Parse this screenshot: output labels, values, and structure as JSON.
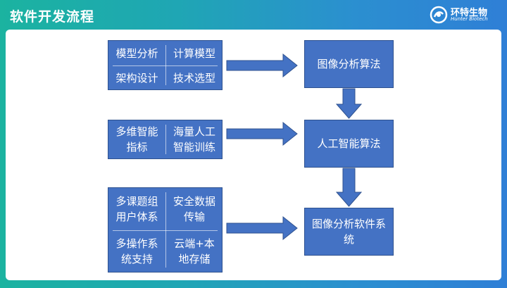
{
  "header": {
    "title": "软件开发流程",
    "logo_text": "环特生物",
    "logo_sub": "Hunter Biotech"
  },
  "inputs": {
    "group1": [
      "模型分析",
      "计算模型",
      "架构设计",
      "技术选型"
    ],
    "group2": [
      "多维智能\n指标",
      "海量人工\n智能训练"
    ],
    "group3": [
      "多课题组\n用户体系",
      "安全数据\n传输",
      "多操作系\n统支持",
      "云端+本\n地存储"
    ]
  },
  "outputs": {
    "stage1": "图像分析算法",
    "stage2": "人工智能算法",
    "stage3": "图像分析软件系\n统"
  },
  "colors": {
    "box_fill": "#4472c4",
    "box_border": "#2f528f",
    "header_gradient_start": "#1bb3a0",
    "header_gradient_end": "#2f7fd6"
  }
}
